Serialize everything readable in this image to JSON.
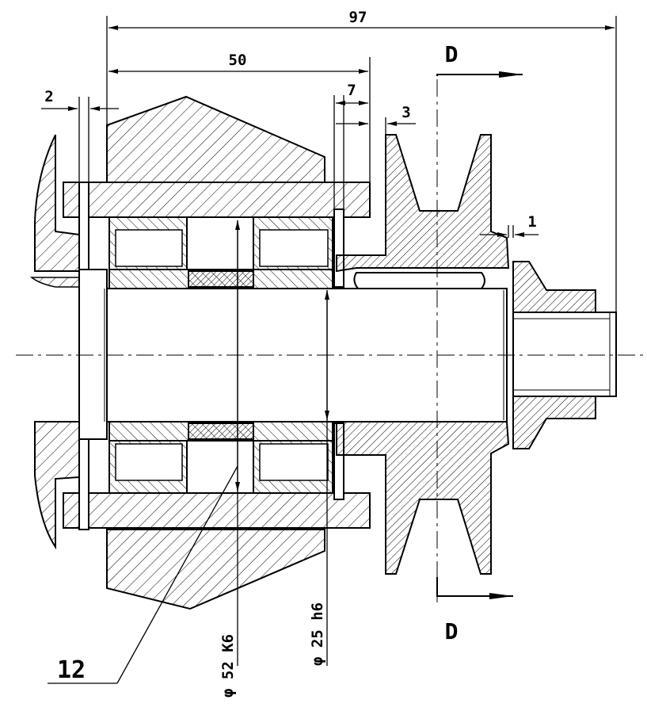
{
  "dimensions": {
    "overall_length": "97",
    "housing_length": "50",
    "left_gap": "2",
    "spacer_width": "7",
    "pulley_gap": "3",
    "nut_gap": "1",
    "bore_fit": "φ 52 K6",
    "shaft_fit": "φ 25 h6"
  },
  "callout": {
    "part_number": "12"
  },
  "section": {
    "top_label": "D",
    "bottom_label": "D"
  },
  "colors": {
    "line": "#000000",
    "background": "#ffffff"
  }
}
